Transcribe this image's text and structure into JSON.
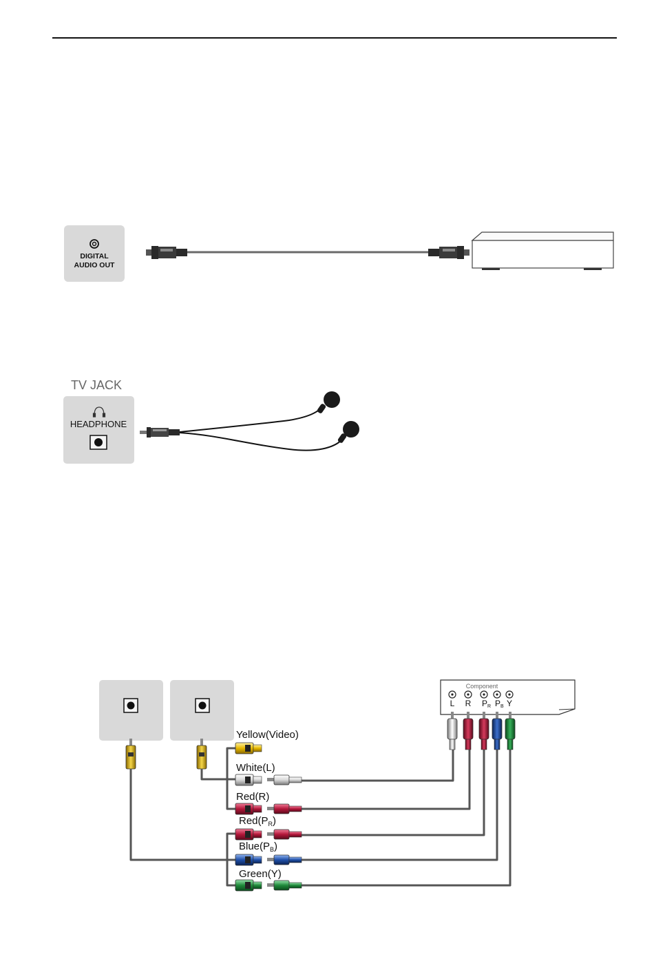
{
  "optical": {
    "port_line1": "DIGITAL",
    "port_line2": "AUDIO OUT"
  },
  "headphone": {
    "section_title": "TV JACK",
    "port_label": "HEADPHONE"
  },
  "component": {
    "device_label": "Component",
    "device_ports": [
      "L",
      "R",
      "P",
      "P",
      "Y"
    ],
    "port_subscripts": [
      "",
      "",
      "R",
      "B",
      ""
    ],
    "cables": [
      {
        "label": "Yellow(Video)",
        "main": "Yellow",
        "sub": "",
        "suffix": "(Video)",
        "color": "#e7b800"
      },
      {
        "label": "White(L)",
        "main": "White",
        "sub": "",
        "suffix": "(L)",
        "color": "#d8d8d8"
      },
      {
        "label": "Red(R)",
        "main": "Red",
        "sub": "",
        "suffix": "(R)",
        "color": "#b3173a"
      },
      {
        "label": "Red(PR)",
        "main": "Red(P",
        "sub": "R",
        "suffix": ")",
        "color": "#b3173a"
      },
      {
        "label": "Blue(PB)",
        "main": "Blue(P",
        "sub": "B",
        "suffix": ")",
        "color": "#1f4fa8"
      },
      {
        "label": "Green(Y)",
        "main": "Green",
        "sub": "",
        "suffix": "(Y)",
        "color": "#1f8a3a"
      }
    ]
  },
  "colors": {
    "panel": "#d9d9d9",
    "cable": "#555555",
    "yellow": "#e7b800",
    "white": "#d8d8d8",
    "red": "#b3173a",
    "blue": "#1f4fa8",
    "green": "#1f8a3a"
  }
}
